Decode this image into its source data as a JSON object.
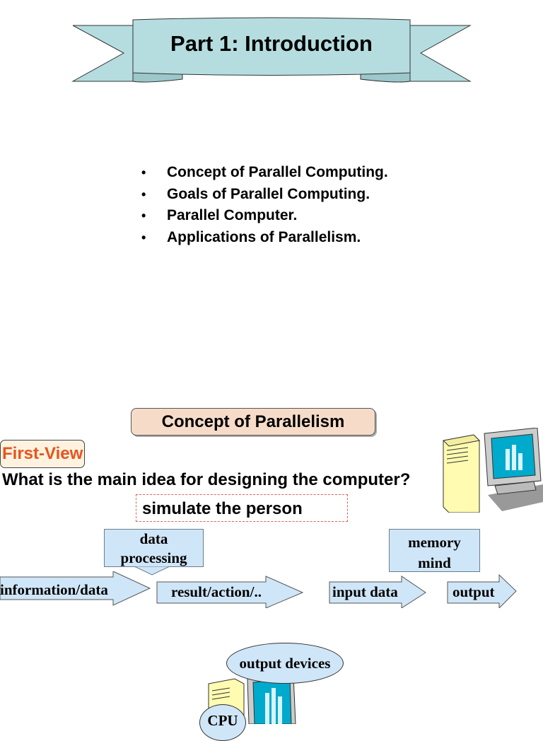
{
  "slide1": {
    "title": "Part 1: Introduction",
    "bullets": [
      "Concept of Parallel Computing.",
      "Goals of Parallel Computing.",
      "Parallel Computer.",
      "Applications of Parallelism."
    ]
  },
  "slide2": {
    "title": "Concept of Parallelism",
    "first_view": "First-View",
    "question": "What is the main idea for designing the computer?",
    "simulate": "simulate the person",
    "data_box": [
      "data",
      "processing"
    ],
    "memory_box": [
      "memory",
      "mind"
    ],
    "arrows": {
      "information": "information/data",
      "result": "result/action/..",
      "input": "input data",
      "output": "output"
    },
    "output_devices": "output devices",
    "cpu": "CPU",
    "icons": [
      "computer-icon"
    ]
  },
  "colors": {
    "banner": "#b5dde0",
    "box_blue": "#cfe6f8",
    "first_view_text": "#e8531e",
    "concept_fill": "#f6dcc8",
    "computer_tower": "#fffbb0",
    "screen": "#00aacc"
  }
}
